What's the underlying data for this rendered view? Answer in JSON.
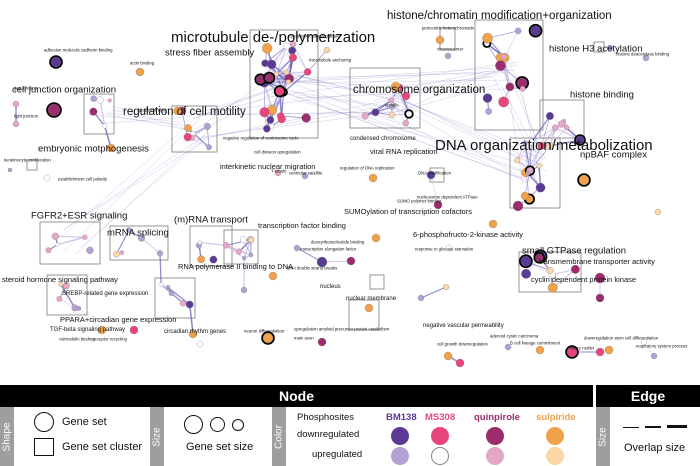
{
  "network": {
    "labels": [
      {
        "text": "microtubule de-/polymerization",
        "size": "xl"
      },
      {
        "text": "histone/chromatin modification+organization",
        "size": "l"
      },
      {
        "text": "DNA organization/metabolization",
        "size": "xl"
      },
      {
        "text": "regulation of cell motility",
        "size": "l"
      },
      {
        "text": "chromosome organization",
        "size": "l"
      },
      {
        "text": "histone H3 acetylation",
        "size": "m"
      },
      {
        "text": "histone binding",
        "size": "m"
      },
      {
        "text": "cell junction organization",
        "size": "m"
      },
      {
        "text": "embryonic motphogenesis",
        "size": "m"
      },
      {
        "text": "stress fiber assembly",
        "size": "m"
      },
      {
        "text": "FGFR2+ESR signaling",
        "size": "m"
      },
      {
        "text": "mRNA splicing",
        "size": "m"
      },
      {
        "text": "(m)RNA transport",
        "size": "m"
      },
      {
        "text": "npBAF complex",
        "size": "m"
      },
      {
        "text": "small GTPase regulation",
        "size": "m"
      },
      {
        "text": "interkinetic nuclear migration",
        "size": "s"
      },
      {
        "text": "viral RNA replication",
        "size": "s"
      },
      {
        "text": "transcription factor binding",
        "size": "s"
      },
      {
        "text": "SUMOylation of transcription cofactors",
        "size": "s"
      },
      {
        "text": "6-phosphofructo-2-kinase activity",
        "size": "s"
      },
      {
        "text": "RNA polymerase II binding to DNA",
        "size": "s"
      },
      {
        "text": "transmembrane transporter activity",
        "size": "s"
      },
      {
        "text": "cyclin dependent protein kinase",
        "size": "s"
      },
      {
        "text": "steroid hormone signaling pathway",
        "size": "s"
      },
      {
        "text": "SREBP-related gene expression",
        "size": "xs"
      },
      {
        "text": "PPARA+circadian gene expression",
        "size": "s"
      },
      {
        "text": "TGF-beta signaling pathway",
        "size": "xs"
      },
      {
        "text": "circadian rhythm genes",
        "size": "xs"
      },
      {
        "text": "negative vascular permeability",
        "size": "xs"
      },
      {
        "text": "nuclear membrane",
        "size": "xs"
      },
      {
        "text": "nucleus",
        "size": "xs"
      },
      {
        "text": "condensed chromosome",
        "size": "xs"
      },
      {
        "text": "negative regulation of centrosome cycle",
        "size": "xxs"
      },
      {
        "text": "cell division upregulation",
        "size": "xxs"
      },
      {
        "text": "regulation of DNA replication",
        "size": "xxs"
      },
      {
        "text": "adhesion molecule cadherin binding",
        "size": "xxs"
      },
      {
        "text": "actin binding",
        "size": "xxs"
      },
      {
        "text": "cytoplasmic stress granule",
        "size": "xxs"
      },
      {
        "text": "microtubule anchoring",
        "size": "xxs"
      },
      {
        "text": "pericentric heterochromatin",
        "size": "xxs"
      },
      {
        "text": "chromocenter",
        "size": "xxs"
      },
      {
        "text": "histone deacetylase binding",
        "size": "xxs"
      },
      {
        "text": "gap junction",
        "size": "xxs"
      },
      {
        "text": "tight junction",
        "size": "xxs"
      },
      {
        "text": "keratinocyte proliferation",
        "size": "xxs"
      },
      {
        "text": "establishment cell polarity",
        "size": "xxs"
      },
      {
        "text": "profilin binding",
        "size": "xxs"
      },
      {
        "text": "spindle",
        "size": "xxs"
      },
      {
        "text": "T-tubule",
        "size": "xxs"
      },
      {
        "text": "centriolar satellite",
        "size": "xxs"
      },
      {
        "text": "DNA modification",
        "size": "xxs"
      },
      {
        "text": "nucleosome dependent ATPase",
        "size": "xxs"
      },
      {
        "text": "SUMO polymer binding",
        "size": "xxs"
      },
      {
        "text": "transcription elongation factor",
        "size": "xxs"
      },
      {
        "text": "response to glucose starvation",
        "size": "xxs"
      },
      {
        "text": "deoxyribonucleotide binding",
        "size": "xxs"
      },
      {
        "text": "DNA double strand breaks",
        "size": "xxs"
      },
      {
        "text": "calmodulin binding",
        "size": "xxs"
      },
      {
        "text": "receptor recycling",
        "size": "xxs"
      },
      {
        "text": "neuron differentiation",
        "size": "xxs"
      },
      {
        "text": "upregulation amyloid precursor protein catabolism",
        "size": "xxs"
      },
      {
        "text": "main axon",
        "size": "xxs"
      },
      {
        "text": "cell growth downregulation",
        "size": "xxs"
      },
      {
        "text": "adenoid cystic carcinoma",
        "size": "xxs"
      },
      {
        "text": "B cell lineage commitment",
        "size": "xxs"
      },
      {
        "text": "ciliary rootlet",
        "size": "xxs"
      },
      {
        "text": "downregulation stem cell differentiation",
        "size": "xxs"
      },
      {
        "text": "respiratory system process",
        "size": "xxs"
      }
    ]
  },
  "legend": {
    "node_title": "Node",
    "edge_title": "Edge",
    "shape_band": "Shape",
    "size_band": "Size",
    "color_band": "Color",
    "edge_size_band": "Size",
    "gene_set": "Gene set",
    "gene_set_cluster": "Gene set cluster",
    "gene_set_size": "Gene set size",
    "phosphosites": "Phosphosites",
    "downregulated": "downregulated",
    "upregulated": "upregulated",
    "overlap_size": "Overlap size",
    "drugs": [
      {
        "name": "BM138",
        "color": "#5b3a96",
        "down": "#5b3a96",
        "up": "#b3a1d3"
      },
      {
        "name": "MS308",
        "color": "#e8457c",
        "down": "#e8457c",
        "up": "#ffffff"
      },
      {
        "name": "quinpirole",
        "color": "#9b2d6e",
        "down": "#9b2d6e",
        "up": "#e6a6c6"
      },
      {
        "name": "sulpiride",
        "color": "#f0a24b",
        "down": "#f0a24b",
        "up": "#fbd6a6"
      }
    ]
  },
  "colors": {
    "edge": "#6a63b8",
    "edge_light": "#c9b6e4",
    "cluster_box": "#7b7b7b",
    "legend_header": "#000000",
    "legend_band": "#9e9e9e"
  }
}
